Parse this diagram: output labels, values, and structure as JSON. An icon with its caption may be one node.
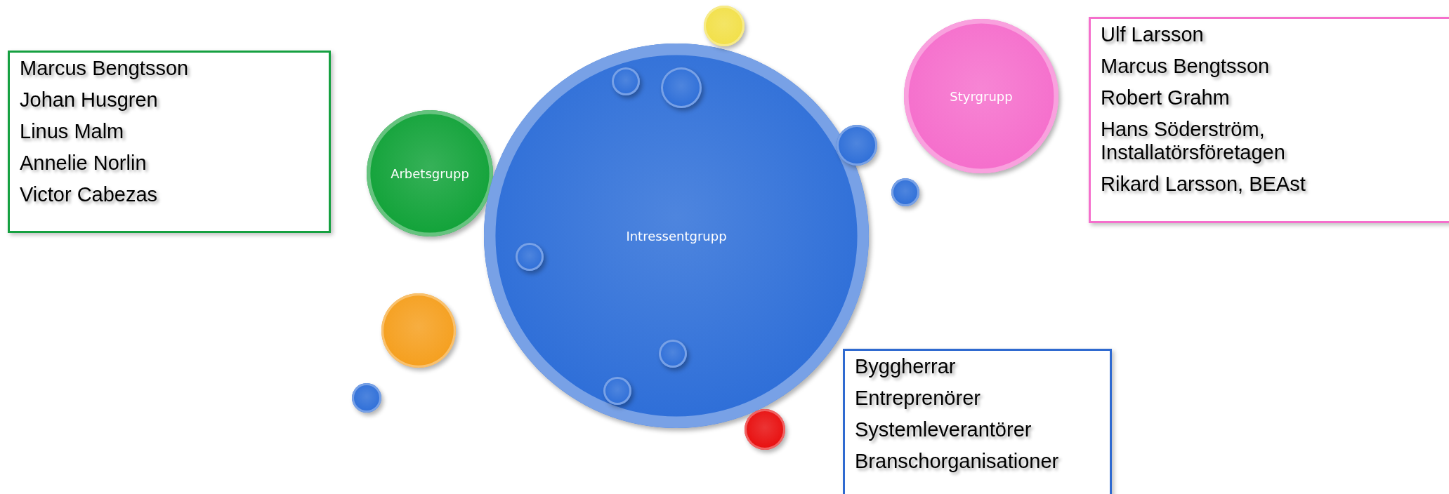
{
  "diagram": {
    "nodes": [
      {
        "text": [
          "Marcus Bengtsson",
          "Johan Husgren",
          "Linus Malm",
          "Annelie Norlin",
          "Victor Cabezas"
        ]
      },
      {
        "text": [
          "Arbetsgrupp"
        ]
      },
      {
        "text": [
          "Intressentgrupp"
        ]
      },
      {
        "text": [
          "Styrgrupp"
        ]
      },
      {
        "text": [
          "Ulf Larsson",
          "Marcus Bengtsson",
          "Robert Grahm",
          "Hans Söderström, Installatörsföretagen",
          "Rikard Larsson, BEAst"
        ]
      },
      {
        "text": [
          "Byggherrar",
          "Entreprenörer",
          "Systemleverantörer",
          "Branschorganisationer"
        ]
      },
      {
        "text": [],
        "shape": "circle"
      },
      {
        "text": [],
        "shape": "circle",
        "in": 2
      },
      {
        "text": [],
        "shape": "circle",
        "in": 2
      },
      {
        "text": [],
        "shape": "circle"
      },
      {
        "text": [],
        "shape": "circle"
      },
      {
        "text": [],
        "shape": "circle",
        "in": 2
      },
      {
        "text": [],
        "shape": "circle",
        "in": 2
      },
      {
        "text": [],
        "shape": "circle",
        "in": 2
      },
      {
        "text": [],
        "shape": "circle"
      },
      {
        "text": [],
        "shape": "circle"
      },
      {
        "text": [],
        "shape": "circle"
      }
    ]
  }
}
